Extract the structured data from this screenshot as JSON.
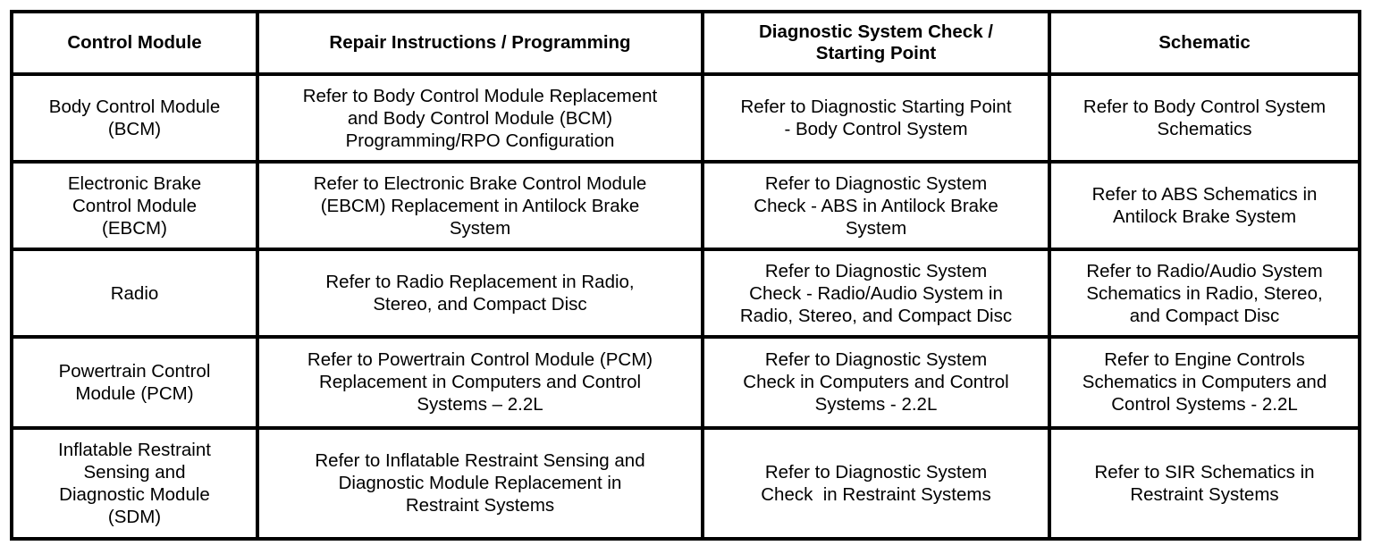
{
  "table": {
    "columns": [
      {
        "key": "control_module",
        "label": "Control Module"
      },
      {
        "key": "repair",
        "label": "Repair Instructions / Programming"
      },
      {
        "key": "diagnostic",
        "label": "Diagnostic System Check /\nStarting Point"
      },
      {
        "key": "schematic",
        "label": "Schematic"
      }
    ],
    "rows": [
      {
        "control_module": "Body Control Module\n(BCM)",
        "repair": "Refer to Body Control Module Replacement\nand Body Control Module (BCM)\nProgramming/RPO Configuration",
        "diagnostic": "Refer to Diagnostic Starting Point\n- Body Control System",
        "schematic": "Refer to Body Control System\nSchematics"
      },
      {
        "control_module": "Electronic Brake\nControl Module\n(EBCM)",
        "repair": "Refer to Electronic Brake Control Module\n(EBCM) Replacement in Antilock Brake\nSystem",
        "diagnostic": "Refer to Diagnostic System\nCheck - ABS in Antilock Brake\nSystem",
        "schematic": "Refer to ABS Schematics in\nAntilock Brake System"
      },
      {
        "control_module": "Radio",
        "repair": "Refer to Radio Replacement in Radio,\nStereo, and Compact Disc",
        "diagnostic": "Refer to Diagnostic System\nCheck - Radio/Audio System in\nRadio, Stereo, and Compact Disc",
        "schematic": "Refer to Radio/Audio System\nSchematics in Radio, Stereo,\nand Compact Disc"
      },
      {
        "control_module": "Powertrain Control\nModule (PCM)",
        "repair": "Refer to Powertrain Control Module (PCM)\nReplacement in Computers and Control\nSystems – 2.2L",
        "diagnostic": "Refer to Diagnostic System\nCheck in Computers and Control\nSystems - 2.2L",
        "schematic": "Refer to Engine Controls\nSchematics in Computers and\nControl Systems - 2.2L"
      },
      {
        "control_module": "Inflatable Restraint\nSensing and\nDiagnostic Module\n(SDM)",
        "repair": "Refer to Inflatable Restraint Sensing and\nDiagnostic Module Replacement in\nRestraint Systems",
        "diagnostic": "Refer to Diagnostic System\nCheck  in Restraint Systems",
        "schematic": "Refer to SIR Schematics in\nRestraint Systems"
      }
    ]
  },
  "style": {
    "border_color": "#000000",
    "text_color": "#000000",
    "background": "#ffffff"
  }
}
